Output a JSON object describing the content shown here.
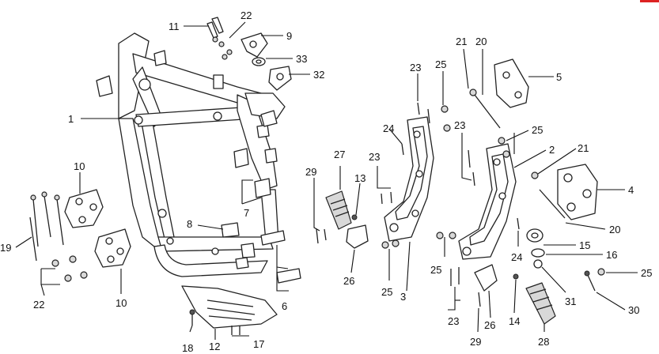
{
  "callouts": [
    {
      "id": "c1",
      "label": "1"
    },
    {
      "id": "c2",
      "label": "2"
    },
    {
      "id": "c3",
      "label": "3"
    },
    {
      "id": "c4",
      "label": "4"
    },
    {
      "id": "c5",
      "label": "5"
    },
    {
      "id": "c6",
      "label": "6"
    },
    {
      "id": "c7",
      "label": "7"
    },
    {
      "id": "c8",
      "label": "8"
    },
    {
      "id": "c9",
      "label": "9"
    },
    {
      "id": "c10a",
      "label": "10"
    },
    {
      "id": "c10b",
      "label": "10"
    },
    {
      "id": "c11",
      "label": "11"
    },
    {
      "id": "c12",
      "label": "12"
    },
    {
      "id": "c13",
      "label": "13"
    },
    {
      "id": "c14",
      "label": "14"
    },
    {
      "id": "c15",
      "label": "15"
    },
    {
      "id": "c16",
      "label": "16"
    },
    {
      "id": "c17",
      "label": "17"
    },
    {
      "id": "c18",
      "label": "18"
    },
    {
      "id": "c19",
      "label": "19"
    },
    {
      "id": "c20a",
      "label": "20"
    },
    {
      "id": "c20b",
      "label": "20"
    },
    {
      "id": "c21a",
      "label": "21"
    },
    {
      "id": "c21b",
      "label": "21"
    },
    {
      "id": "c22a",
      "label": "22"
    },
    {
      "id": "c22b",
      "label": "22"
    },
    {
      "id": "c23a",
      "label": "23"
    },
    {
      "id": "c23b",
      "label": "23"
    },
    {
      "id": "c23c",
      "label": "23"
    },
    {
      "id": "c23d",
      "label": "23"
    },
    {
      "id": "c24a",
      "label": "24"
    },
    {
      "id": "c24b",
      "label": "24"
    },
    {
      "id": "c25a",
      "label": "25"
    },
    {
      "id": "c25b",
      "label": "25"
    },
    {
      "id": "c25c",
      "label": "25"
    },
    {
      "id": "c25d",
      "label": "25"
    },
    {
      "id": "c25e",
      "label": "25"
    },
    {
      "id": "c26a",
      "label": "26"
    },
    {
      "id": "c26b",
      "label": "26"
    },
    {
      "id": "c27",
      "label": "27"
    },
    {
      "id": "c28",
      "label": "28"
    },
    {
      "id": "c29a",
      "label": "29"
    },
    {
      "id": "c29b",
      "label": "29"
    },
    {
      "id": "c30",
      "label": "30"
    },
    {
      "id": "c31",
      "label": "31"
    },
    {
      "id": "c32",
      "label": "32"
    },
    {
      "id": "c33",
      "label": "33"
    }
  ]
}
